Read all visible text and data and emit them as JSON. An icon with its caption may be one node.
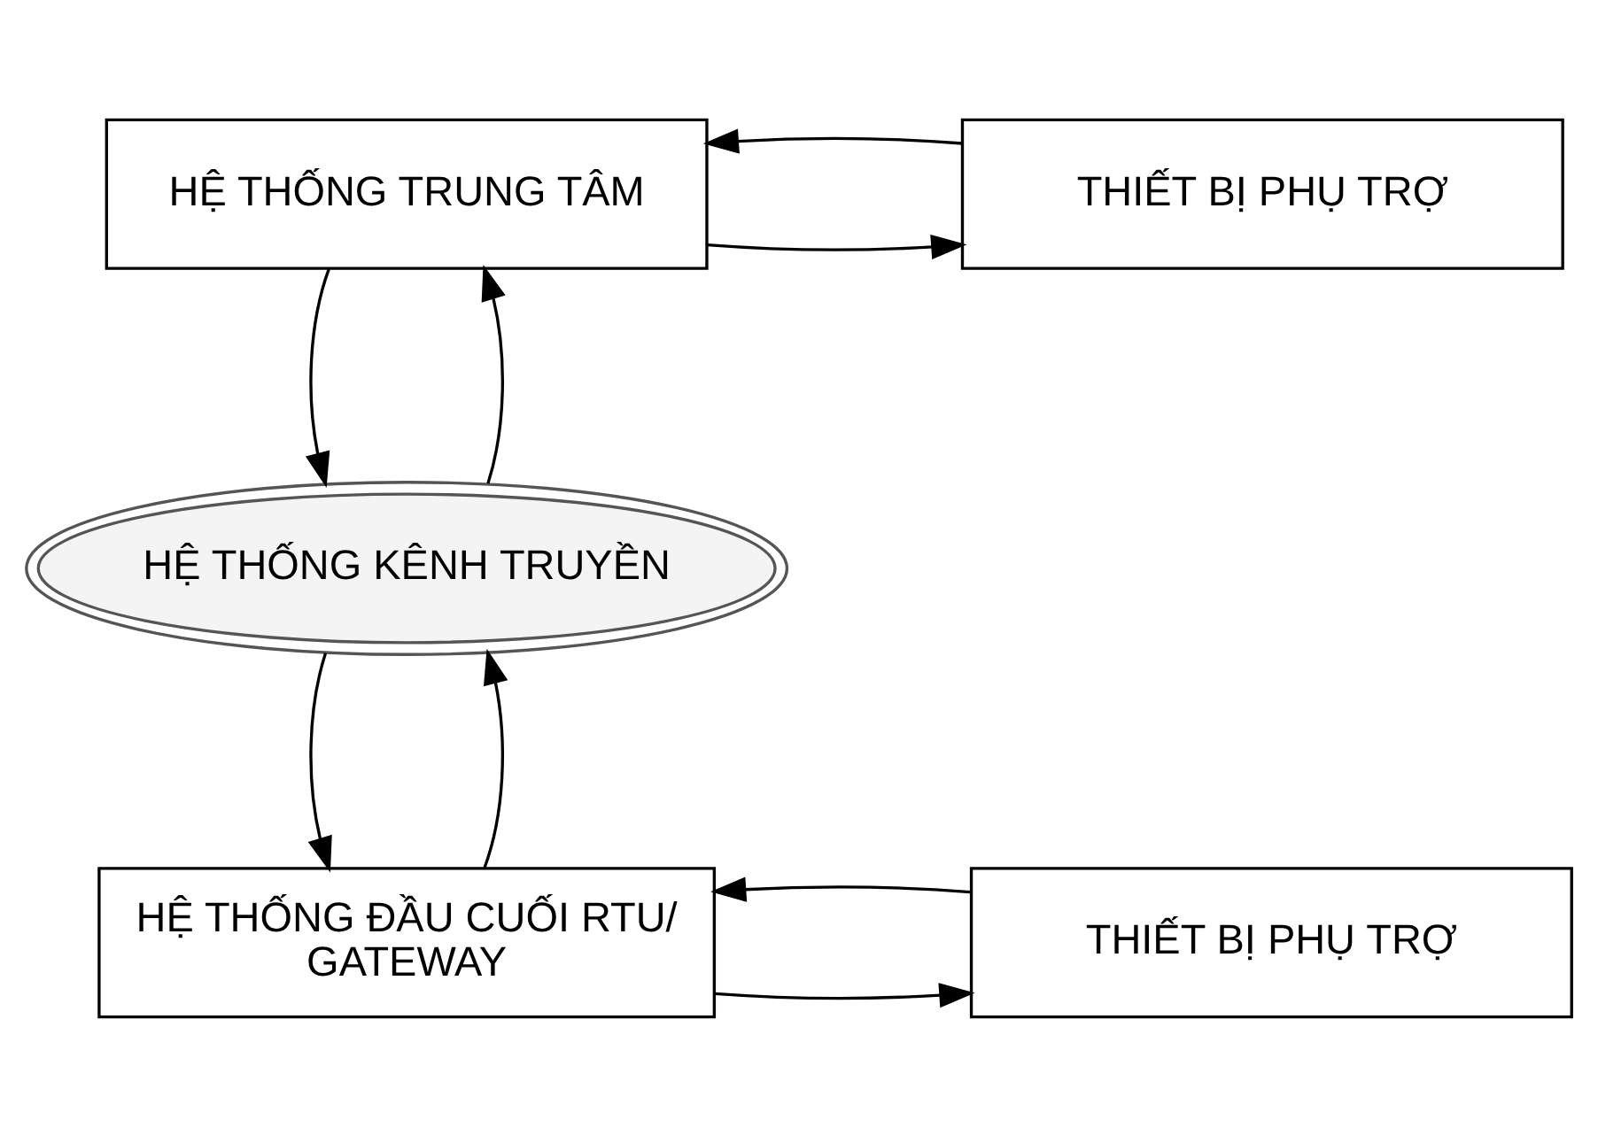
{
  "diagram": {
    "nodes": [
      {
        "text": [
          "HỆ THỐNG TRUNG TÂM"
        ]
      },
      {
        "text": [
          "THIẾT BỊ PHỤ TRỢ"
        ]
      },
      {
        "text": [
          "HỆ THỐNG KÊNH TRUYỀN"
        ]
      },
      {
        "text": [
          "HỆ THỐNG ĐẦU CUỐI RTU/ GATEWAY"
        ]
      },
      {
        "text": [
          "THIẾT BỊ PHỤ TRỢ"
        ]
      }
    ],
    "edges": [
      {
        "from": 0,
        "to": 1,
        "arrow": "to"
      },
      {
        "from": 1,
        "to": 0,
        "arrow": "to"
      },
      {
        "from": 2,
        "to": 0,
        "arrow": "to"
      },
      {
        "from": 0,
        "to": 2,
        "arrow": "to"
      },
      {
        "from": 3,
        "to": 2,
        "arrow": "to"
      },
      {
        "from": 2,
        "to": 3,
        "arrow": "to"
      },
      {
        "from": 3,
        "to": 4,
        "arrow": "to"
      },
      {
        "from": 4,
        "to": 3,
        "arrow": "to"
      }
    ]
  }
}
